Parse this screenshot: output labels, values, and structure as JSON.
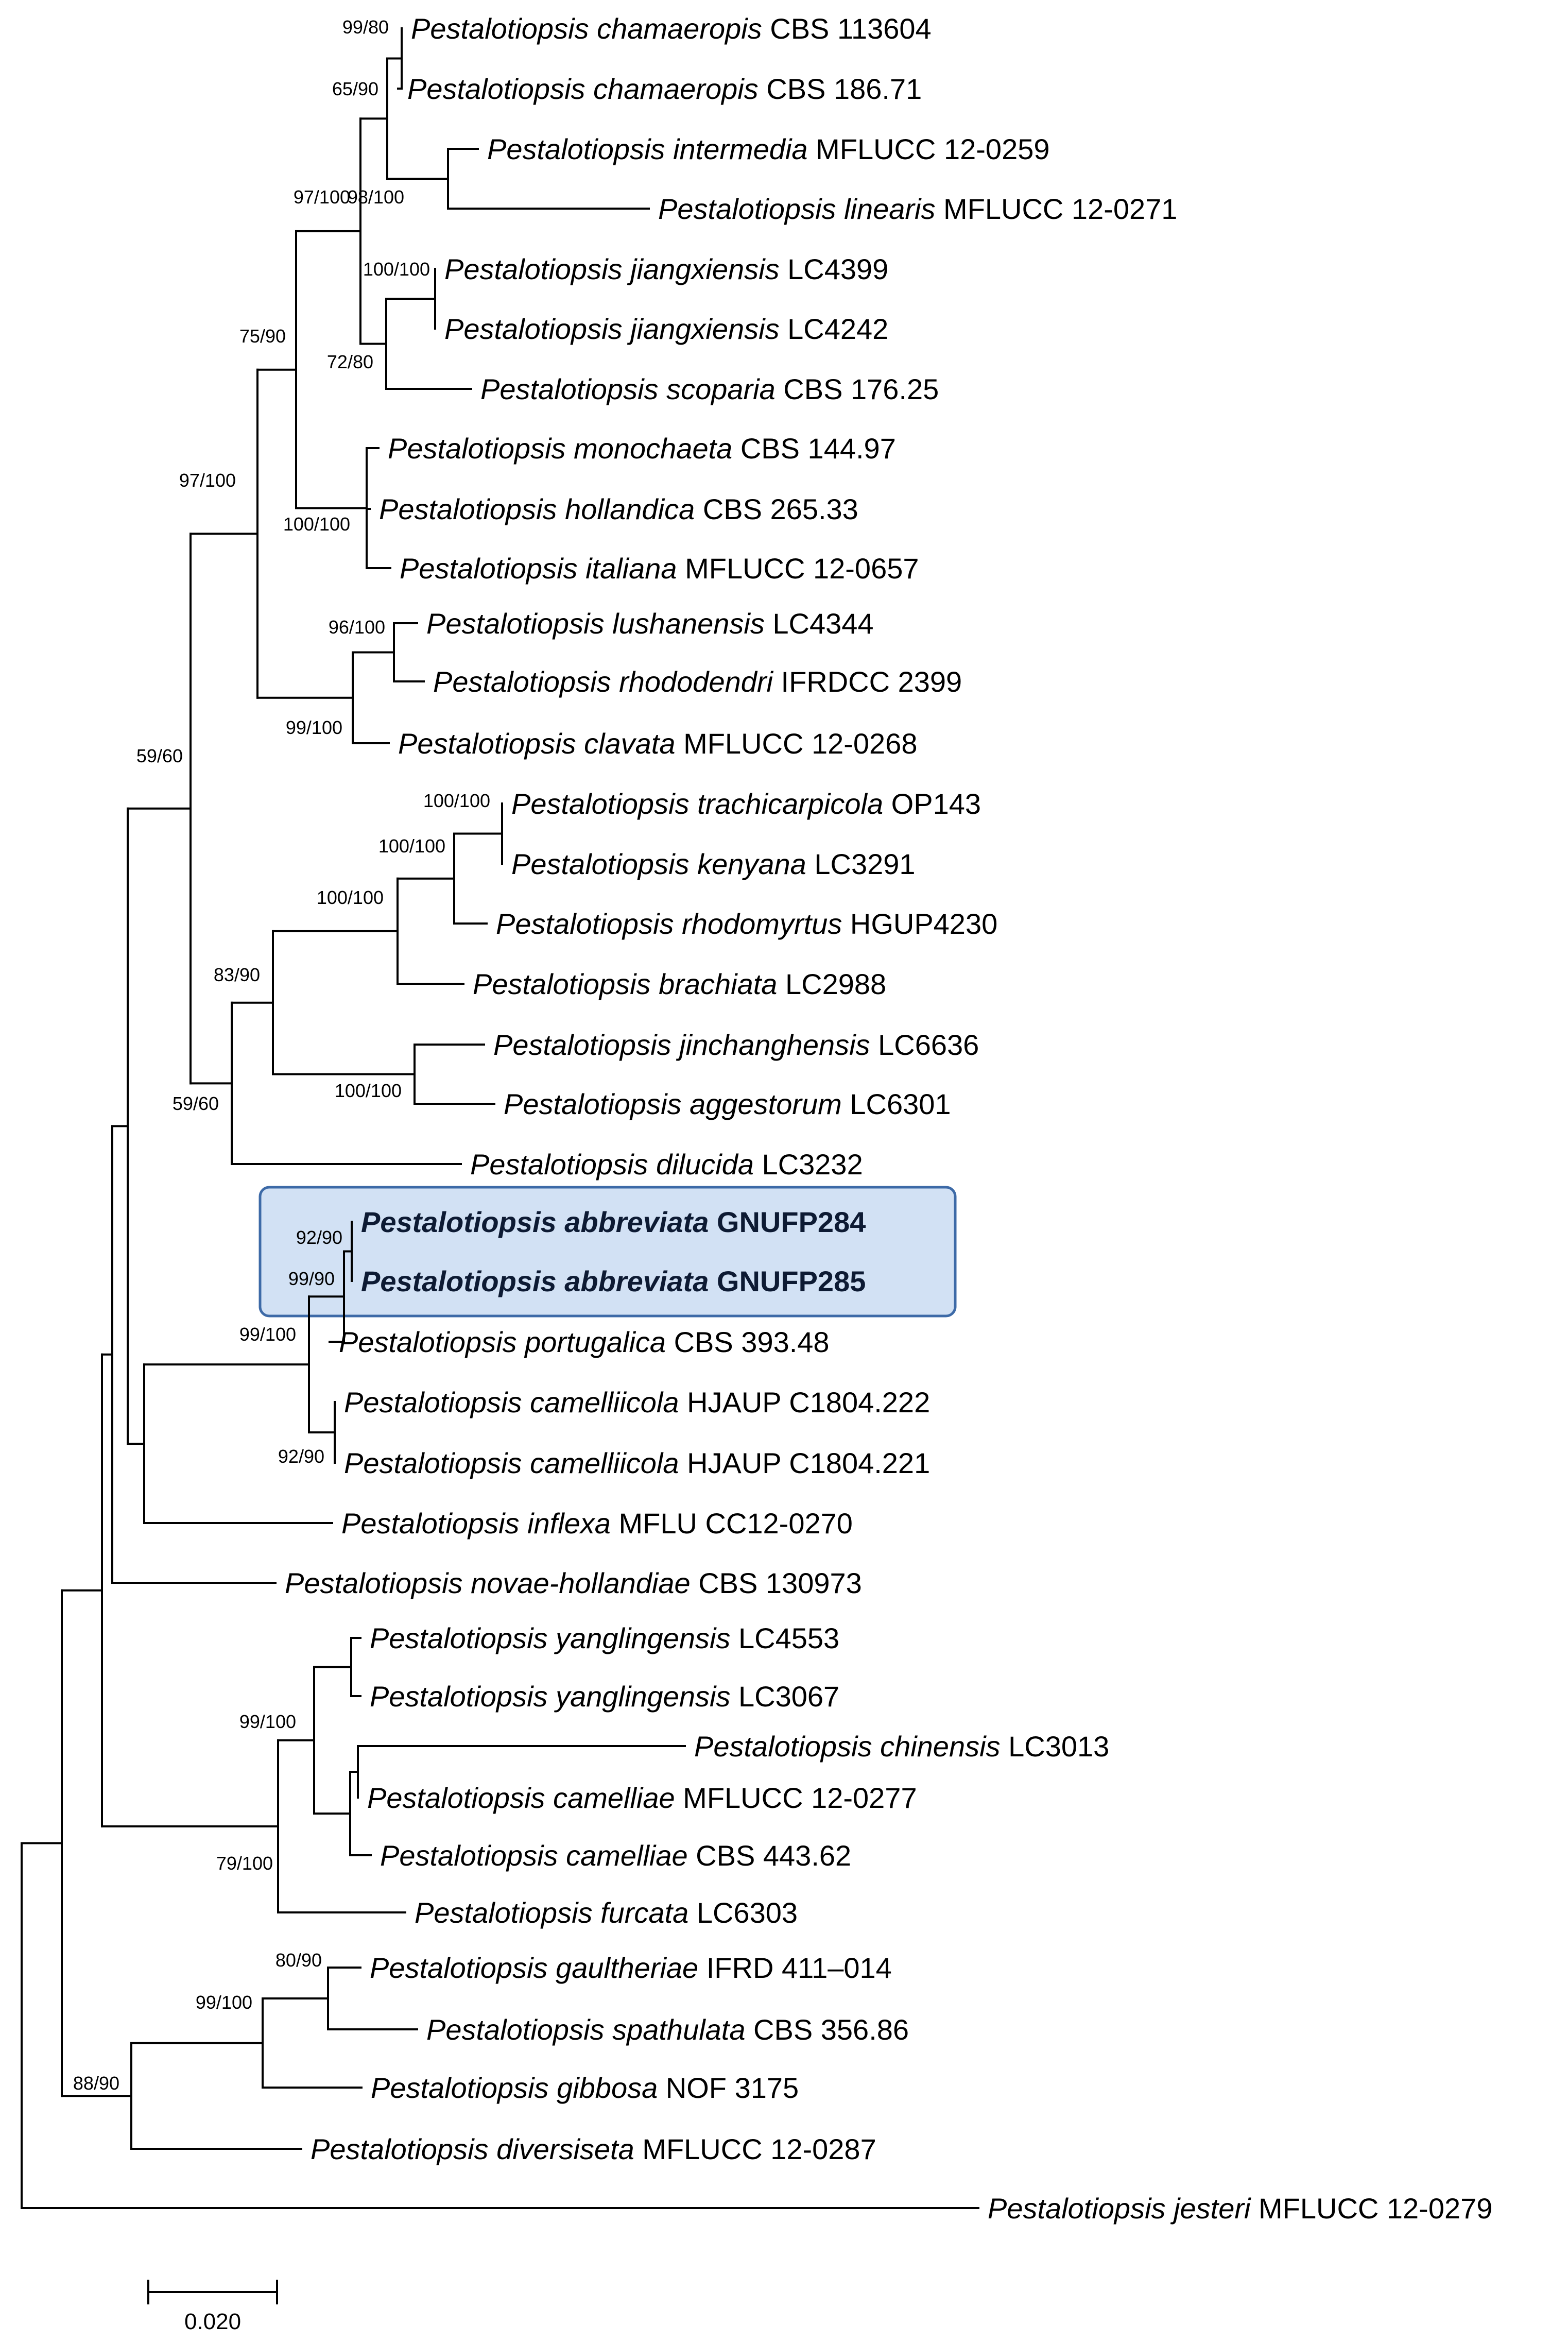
{
  "tree": {
    "genus": "Pestalotiopsis",
    "tips": [
      {
        "species": "chamaeropis",
        "strain": "CBS 113604"
      },
      {
        "species": "chamaeropis",
        "strain": "CBS 186.71"
      },
      {
        "species": "intermedia",
        "strain": "MFLUCC 12-0259"
      },
      {
        "species": "linearis",
        "strain": "MFLUCC 12-0271"
      },
      {
        "species": "jiangxiensis",
        "strain": "LC4399"
      },
      {
        "species": "jiangxiensis",
        "strain": "LC4242"
      },
      {
        "species": "scoparia",
        "strain": "CBS 176.25"
      },
      {
        "species": "monochaeta",
        "strain": "CBS 144.97"
      },
      {
        "species": "hollandica",
        "strain": "CBS 265.33"
      },
      {
        "species": "italiana",
        "strain": "MFLUCC 12-0657"
      },
      {
        "species": "lushanensis",
        "strain": "LC4344"
      },
      {
        "species": "rhododendri",
        "strain": "IFRDCC 2399"
      },
      {
        "species": "clavata",
        "strain": "MFLUCC 12-0268"
      },
      {
        "species": "trachicarpicola",
        "strain": "OP143"
      },
      {
        "species": "kenyana",
        "strain": "LC3291"
      },
      {
        "species": "rhodomyrtus",
        "strain": "HGUP4230"
      },
      {
        "species": "brachiata",
        "strain": "LC2988"
      },
      {
        "species": "jinchanghensis",
        "strain": "LC6636"
      },
      {
        "species": "aggestorum",
        "strain": "LC6301"
      },
      {
        "species": "dilucida",
        "strain": "LC3232"
      },
      {
        "species": "abbreviata",
        "strain": "GNUFP284",
        "highlight": true
      },
      {
        "species": "abbreviata",
        "strain": "GNUFP285",
        "highlight": true
      },
      {
        "species": "portugalica",
        "strain": "CBS 393.48"
      },
      {
        "species": "camelliicola",
        "strain": "HJAUP C1804.222"
      },
      {
        "species": "camelliicola",
        "strain": "HJAUP C1804.221"
      },
      {
        "species": "inflexa",
        "strain": "MFLU CC12-0270"
      },
      {
        "species": "novae-hollandiae",
        "strain": "CBS 130973"
      },
      {
        "species": "yanglingensis",
        "strain": "LC4553"
      },
      {
        "species": "yanglingensis",
        "strain": "LC3067"
      },
      {
        "species": "chinensis",
        "strain": "LC3013"
      },
      {
        "species": "camelliae",
        "strain": "MFLUCC 12-0277"
      },
      {
        "species": "camelliae",
        "strain": "CBS 443.62"
      },
      {
        "species": "furcata",
        "strain": "LC6303"
      },
      {
        "species": "gaultheriae",
        "strain": "IFRD 411–014"
      },
      {
        "species": "spathulata",
        "strain": "CBS 356.86"
      },
      {
        "species": "gibbosa",
        "strain": "NOF 3175"
      },
      {
        "species": "diversiseta",
        "strain": "MFLUCC 12-0287"
      },
      {
        "species": "jesteri",
        "strain": "MFLUCC 12-0279"
      }
    ],
    "support_values": [
      "99/80",
      "65/90",
      "98/100",
      "97/100",
      "100/100",
      "72/80",
      "75/90",
      "97/100",
      "100/100",
      "96/100",
      "99/100",
      "59/60",
      "100/100",
      "100/100",
      "100/100",
      "83/90",
      "100/100",
      "59/60",
      "92/90",
      "99/90",
      "99/100",
      "92/90",
      "99/100",
      "79/100",
      "80/90",
      "99/100",
      "88/90"
    ],
    "scale_bar": {
      "label": "0.020",
      "value": 0.02
    }
  }
}
